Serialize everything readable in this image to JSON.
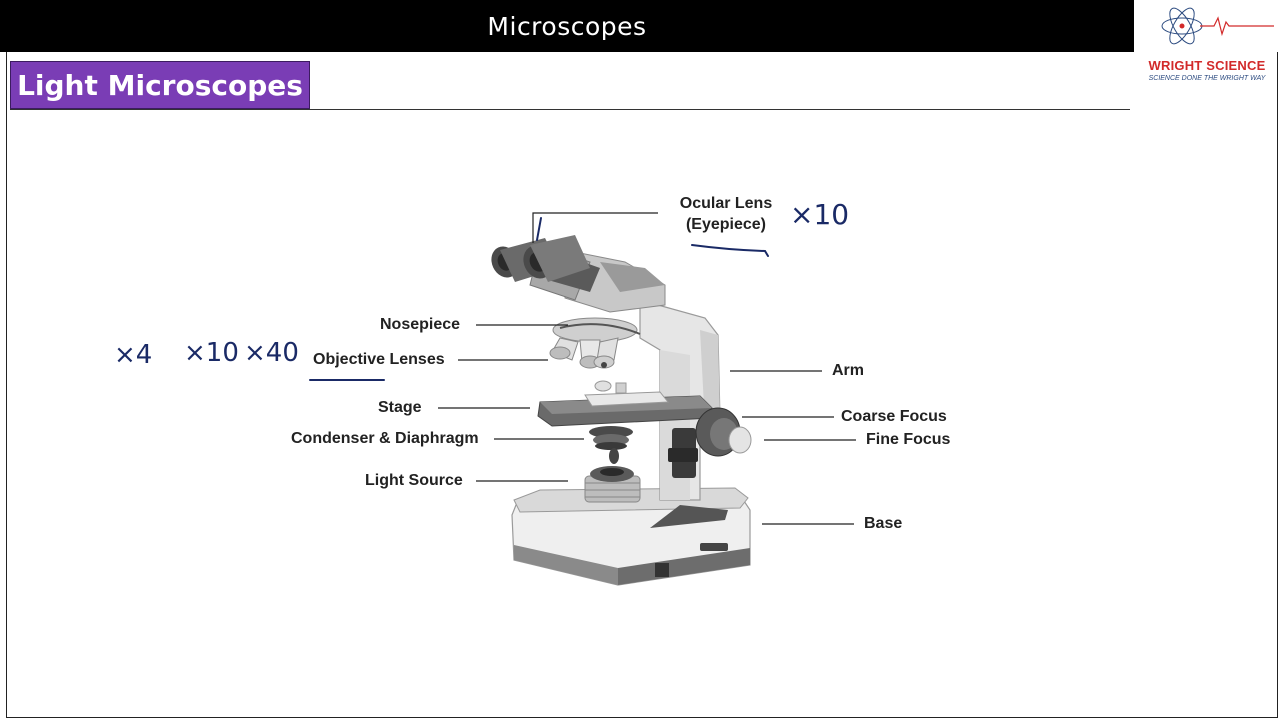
{
  "header": {
    "title": "Microscopes"
  },
  "logo": {
    "name": "WRIGHT SCIENCE",
    "tagline": "SCIENCE DONE THE WRIGHT WAY"
  },
  "section": {
    "title": "Light Microscopes"
  },
  "diagram": {
    "labels": {
      "ocular_line1": "Ocular Lens",
      "ocular_line2": "(Eyepiece)",
      "nosepiece": "Nosepiece",
      "objective": "Objective Lenses",
      "stage": "Stage",
      "condenser": "Condenser & Diaphragm",
      "light_source": "Light Source",
      "arm": "Arm",
      "coarse_focus": "Coarse Focus",
      "fine_focus": "Fine Focus",
      "base": "Base"
    },
    "annotations": {
      "eyepiece_mag": "×10",
      "objective_mag_1": "×4",
      "objective_mag_2": "×10",
      "objective_mag_3": "×40"
    }
  },
  "colors": {
    "accent": "#7a3db5",
    "ink": "#1a2a66",
    "brand": "#d22a2a"
  }
}
